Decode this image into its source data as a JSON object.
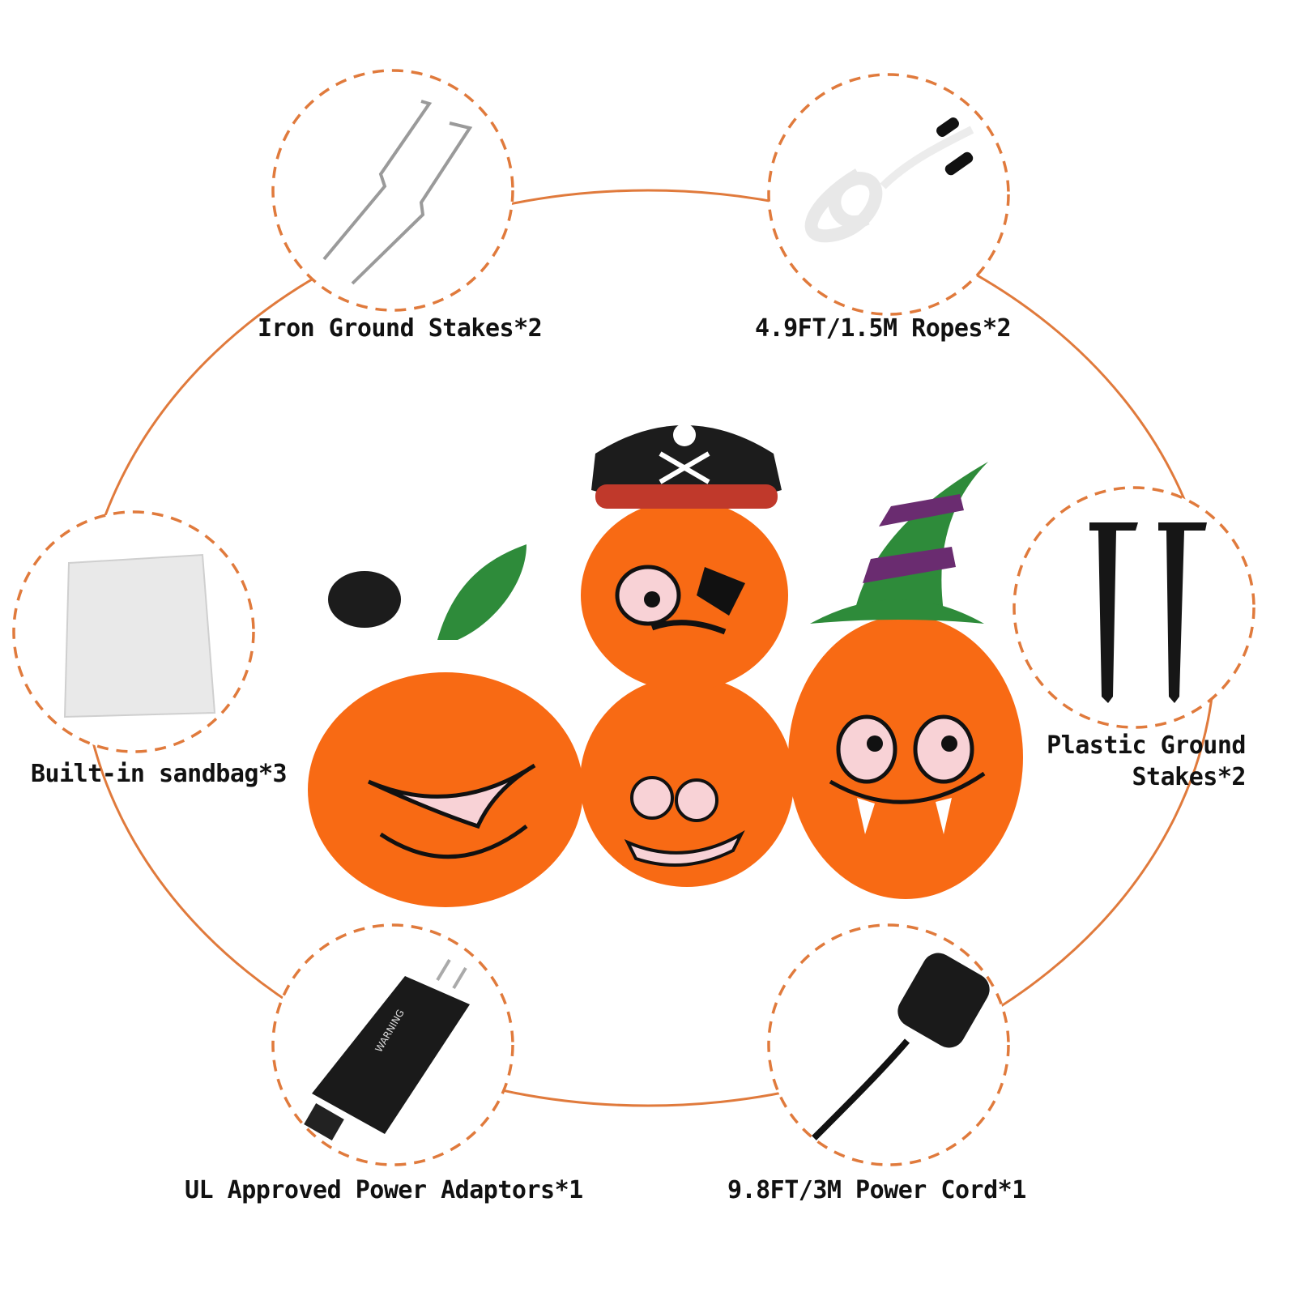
{
  "colors": {
    "accent": "#e07a3c",
    "pumpkin": "#f86a14",
    "hat_black": "#1c1c1c",
    "stem_green": "#2e8b3a",
    "hat_purple": "#6a2c70"
  },
  "accessories": [
    {
      "label": "Iron Ground Stakes*2",
      "icon": "iron-stake-icon"
    },
    {
      "label": "4.9FT/1.5M Ropes*2",
      "icon": "rope-icon"
    },
    {
      "label": "Built-in sandbag*3",
      "icon": "sandbag-icon"
    },
    {
      "label": "Plastic Ground",
      "label2": "Stakes*2",
      "icon": "plastic-stake-icon"
    },
    {
      "label": "UL Approved Power Adaptors*1",
      "icon": "power-adaptor-icon"
    },
    {
      "label": "9.8FT/3M Power Cord*1",
      "icon": "power-cord-icon"
    }
  ],
  "adaptor_text": "WARNING"
}
